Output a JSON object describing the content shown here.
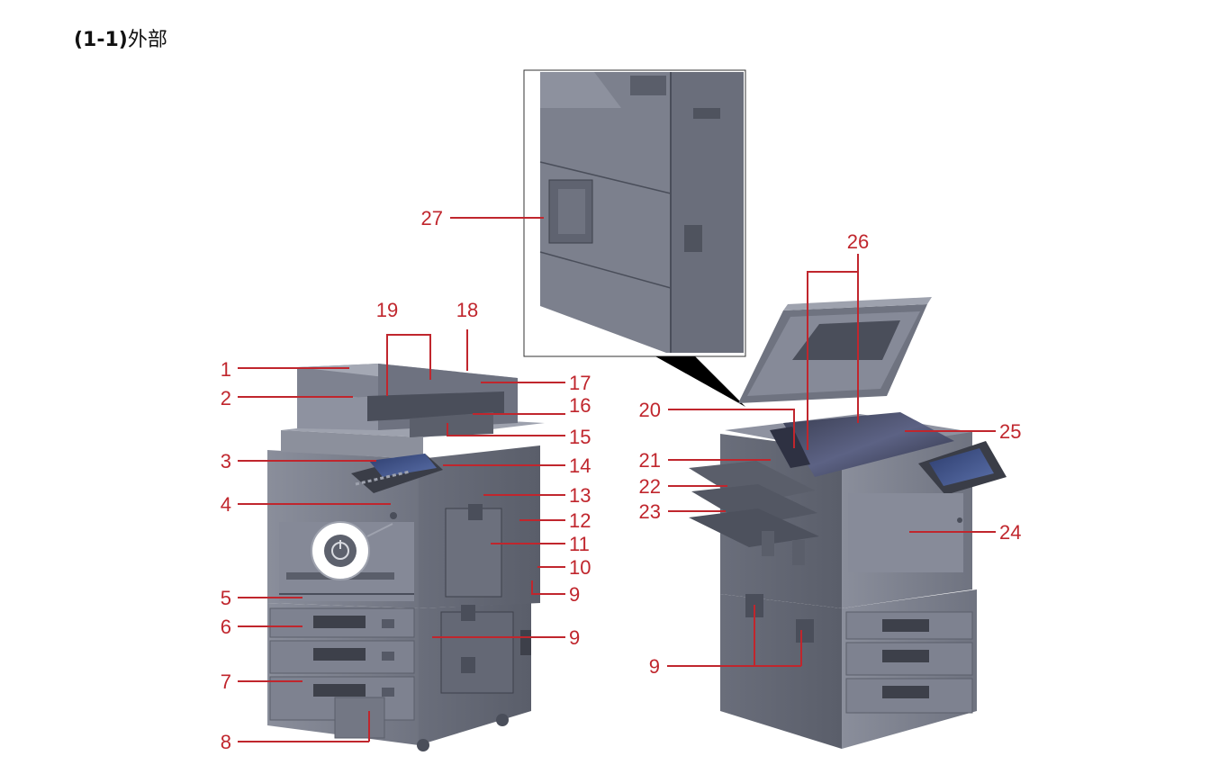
{
  "section": {
    "number": "(1-1)",
    "title": "外部"
  },
  "callouts": {
    "n1": "1",
    "n2": "2",
    "n3": "3",
    "n4": "4",
    "n5": "5",
    "n6": "6",
    "n7": "7",
    "n8": "8",
    "n9a": "9",
    "n9b": "9",
    "n9c": "9",
    "n10": "10",
    "n11": "11",
    "n12": "12",
    "n13": "13",
    "n14": "14",
    "n15": "15",
    "n16": "16",
    "n17": "17",
    "n18": "18",
    "n19": "19",
    "n20": "20",
    "n21": "21",
    "n22": "22",
    "n23": "23",
    "n24": "24",
    "n25": "25",
    "n26": "26",
    "n27": "27"
  },
  "colors": {
    "callout": "#c0262d",
    "machine_body": "#7a7e8c",
    "machine_dark": "#4c505c",
    "machine_light": "#9da1ad"
  }
}
